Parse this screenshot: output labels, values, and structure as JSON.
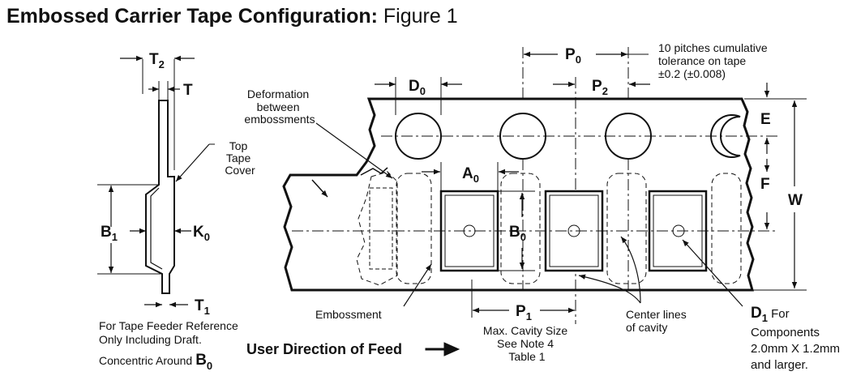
{
  "title": {
    "bold": "Embossed Carrier Tape Configuration:",
    "regular": "Figure 1"
  },
  "side_view": {
    "T2": {
      "main": "T",
      "sub": "2"
    },
    "T": "T",
    "top_tape_cover": [
      "Top",
      "Tape",
      "Cover"
    ],
    "B1": {
      "main": "B",
      "sub": "1"
    },
    "K0": {
      "main": "K",
      "sub": "0"
    },
    "T1": {
      "main": "T",
      "sub": "1"
    },
    "note": [
      "For Tape Feeder Reference",
      "Only Including Draft."
    ],
    "concentric_label": "Concentric Around",
    "B0": {
      "main": "B",
      "sub": "0"
    }
  },
  "top_view": {
    "deformation": [
      "Deformation",
      "between",
      "embossments"
    ],
    "D0": {
      "main": "D",
      "sub": "0"
    },
    "P0": {
      "main": "P",
      "sub": "0"
    },
    "P2": {
      "main": "P",
      "sub": "2"
    },
    "pitch_tolerance": [
      "10 pitches cumulative",
      "tolerance on tape",
      "±0.2 (±0.008)"
    ],
    "E": "E",
    "F": "F",
    "W": "W",
    "A0": {
      "main": "A",
      "sub": "0"
    },
    "B0": {
      "main": "B",
      "sub": "0"
    },
    "embossment": "Embossment",
    "P1": {
      "main": "P",
      "sub": "1"
    },
    "cavity_size": [
      "Max. Cavity Size",
      "See Note 4",
      "Table 1"
    ],
    "center_lines": [
      "Center lines",
      "of cavity"
    ],
    "D1": {
      "main": "D",
      "sub": "1",
      "suffix": " For"
    },
    "d1_components": [
      "Components",
      "2.0mm X 1.2mm",
      "and larger."
    ],
    "feed_direction": "User Direction of Feed"
  }
}
